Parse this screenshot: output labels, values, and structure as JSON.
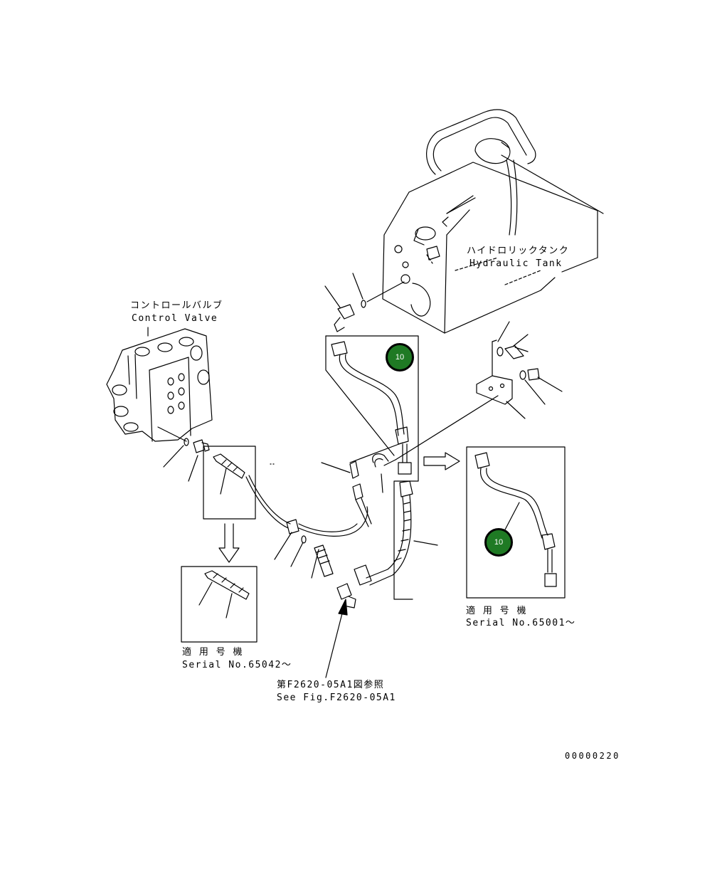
{
  "labels": {
    "hydraulic_tank_jp": "ハイドロリックタンク",
    "hydraulic_tank_en": "Hydraulic Tank",
    "control_valve_jp": "コントロールバルブ",
    "control_valve_en": "Control Valve",
    "applicable_jp_left": "適 用 号 機",
    "serial_left": "Serial No.65042～",
    "applicable_jp_right": "適 用 号 機",
    "serial_right": "Serial No.65001～",
    "see_fig_jp": "第F2620-05A1図参照",
    "see_fig_en": "See Fig.F2620-05A1",
    "drawing_number": "00000220"
  },
  "callouts": [
    {
      "number": "10"
    },
    {
      "number": "10"
    }
  ],
  "colors": {
    "badge_fill": "#1f7a24",
    "line": "#000000"
  }
}
